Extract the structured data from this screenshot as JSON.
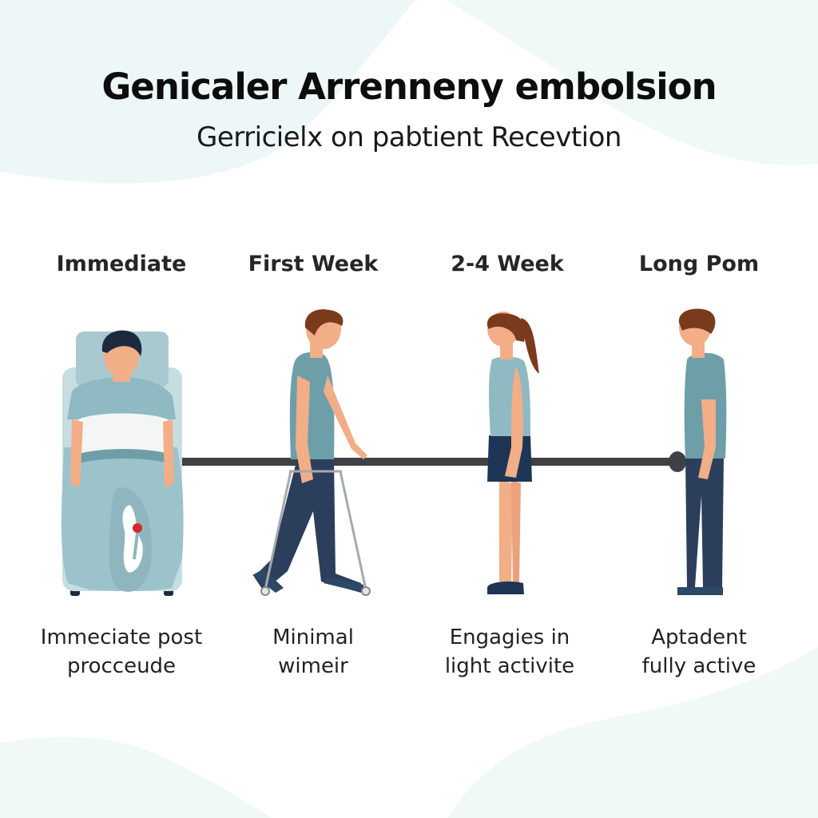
{
  "header": {
    "title": "Genicaler Arrenneny embolsion",
    "subtitle": "Gerricielx on pabtient Recevtion"
  },
  "stages": [
    {
      "label": "Immediate",
      "desc_line1": "Immeciate post",
      "desc_line2": "procceude",
      "figure": "patient-in-bed"
    },
    {
      "label": "First Week",
      "desc_line1": "Minimal",
      "desc_line2": "wimeir",
      "figure": "man-with-walker"
    },
    {
      "label": "2-4 Week",
      "desc_line1": "Engagies in",
      "desc_line2": "light activite",
      "figure": "woman-standing"
    },
    {
      "label": "Long Pom",
      "desc_line1": "Aptadent",
      "desc_line2": "fully active",
      "figure": "man-standing"
    }
  ],
  "colors": {
    "background": "#ffffff",
    "wave": "#eef7f7",
    "timeline_bar": "#3f4144",
    "scrubs": "#8fb9c3",
    "shirt": "#6e9fa8",
    "pants": "#2b3f5c",
    "skin": "#f2ae86",
    "hair_dark": "#1c2a3e",
    "hair_brown": "#7a3a1c",
    "marker_red": "#d42a2a"
  }
}
